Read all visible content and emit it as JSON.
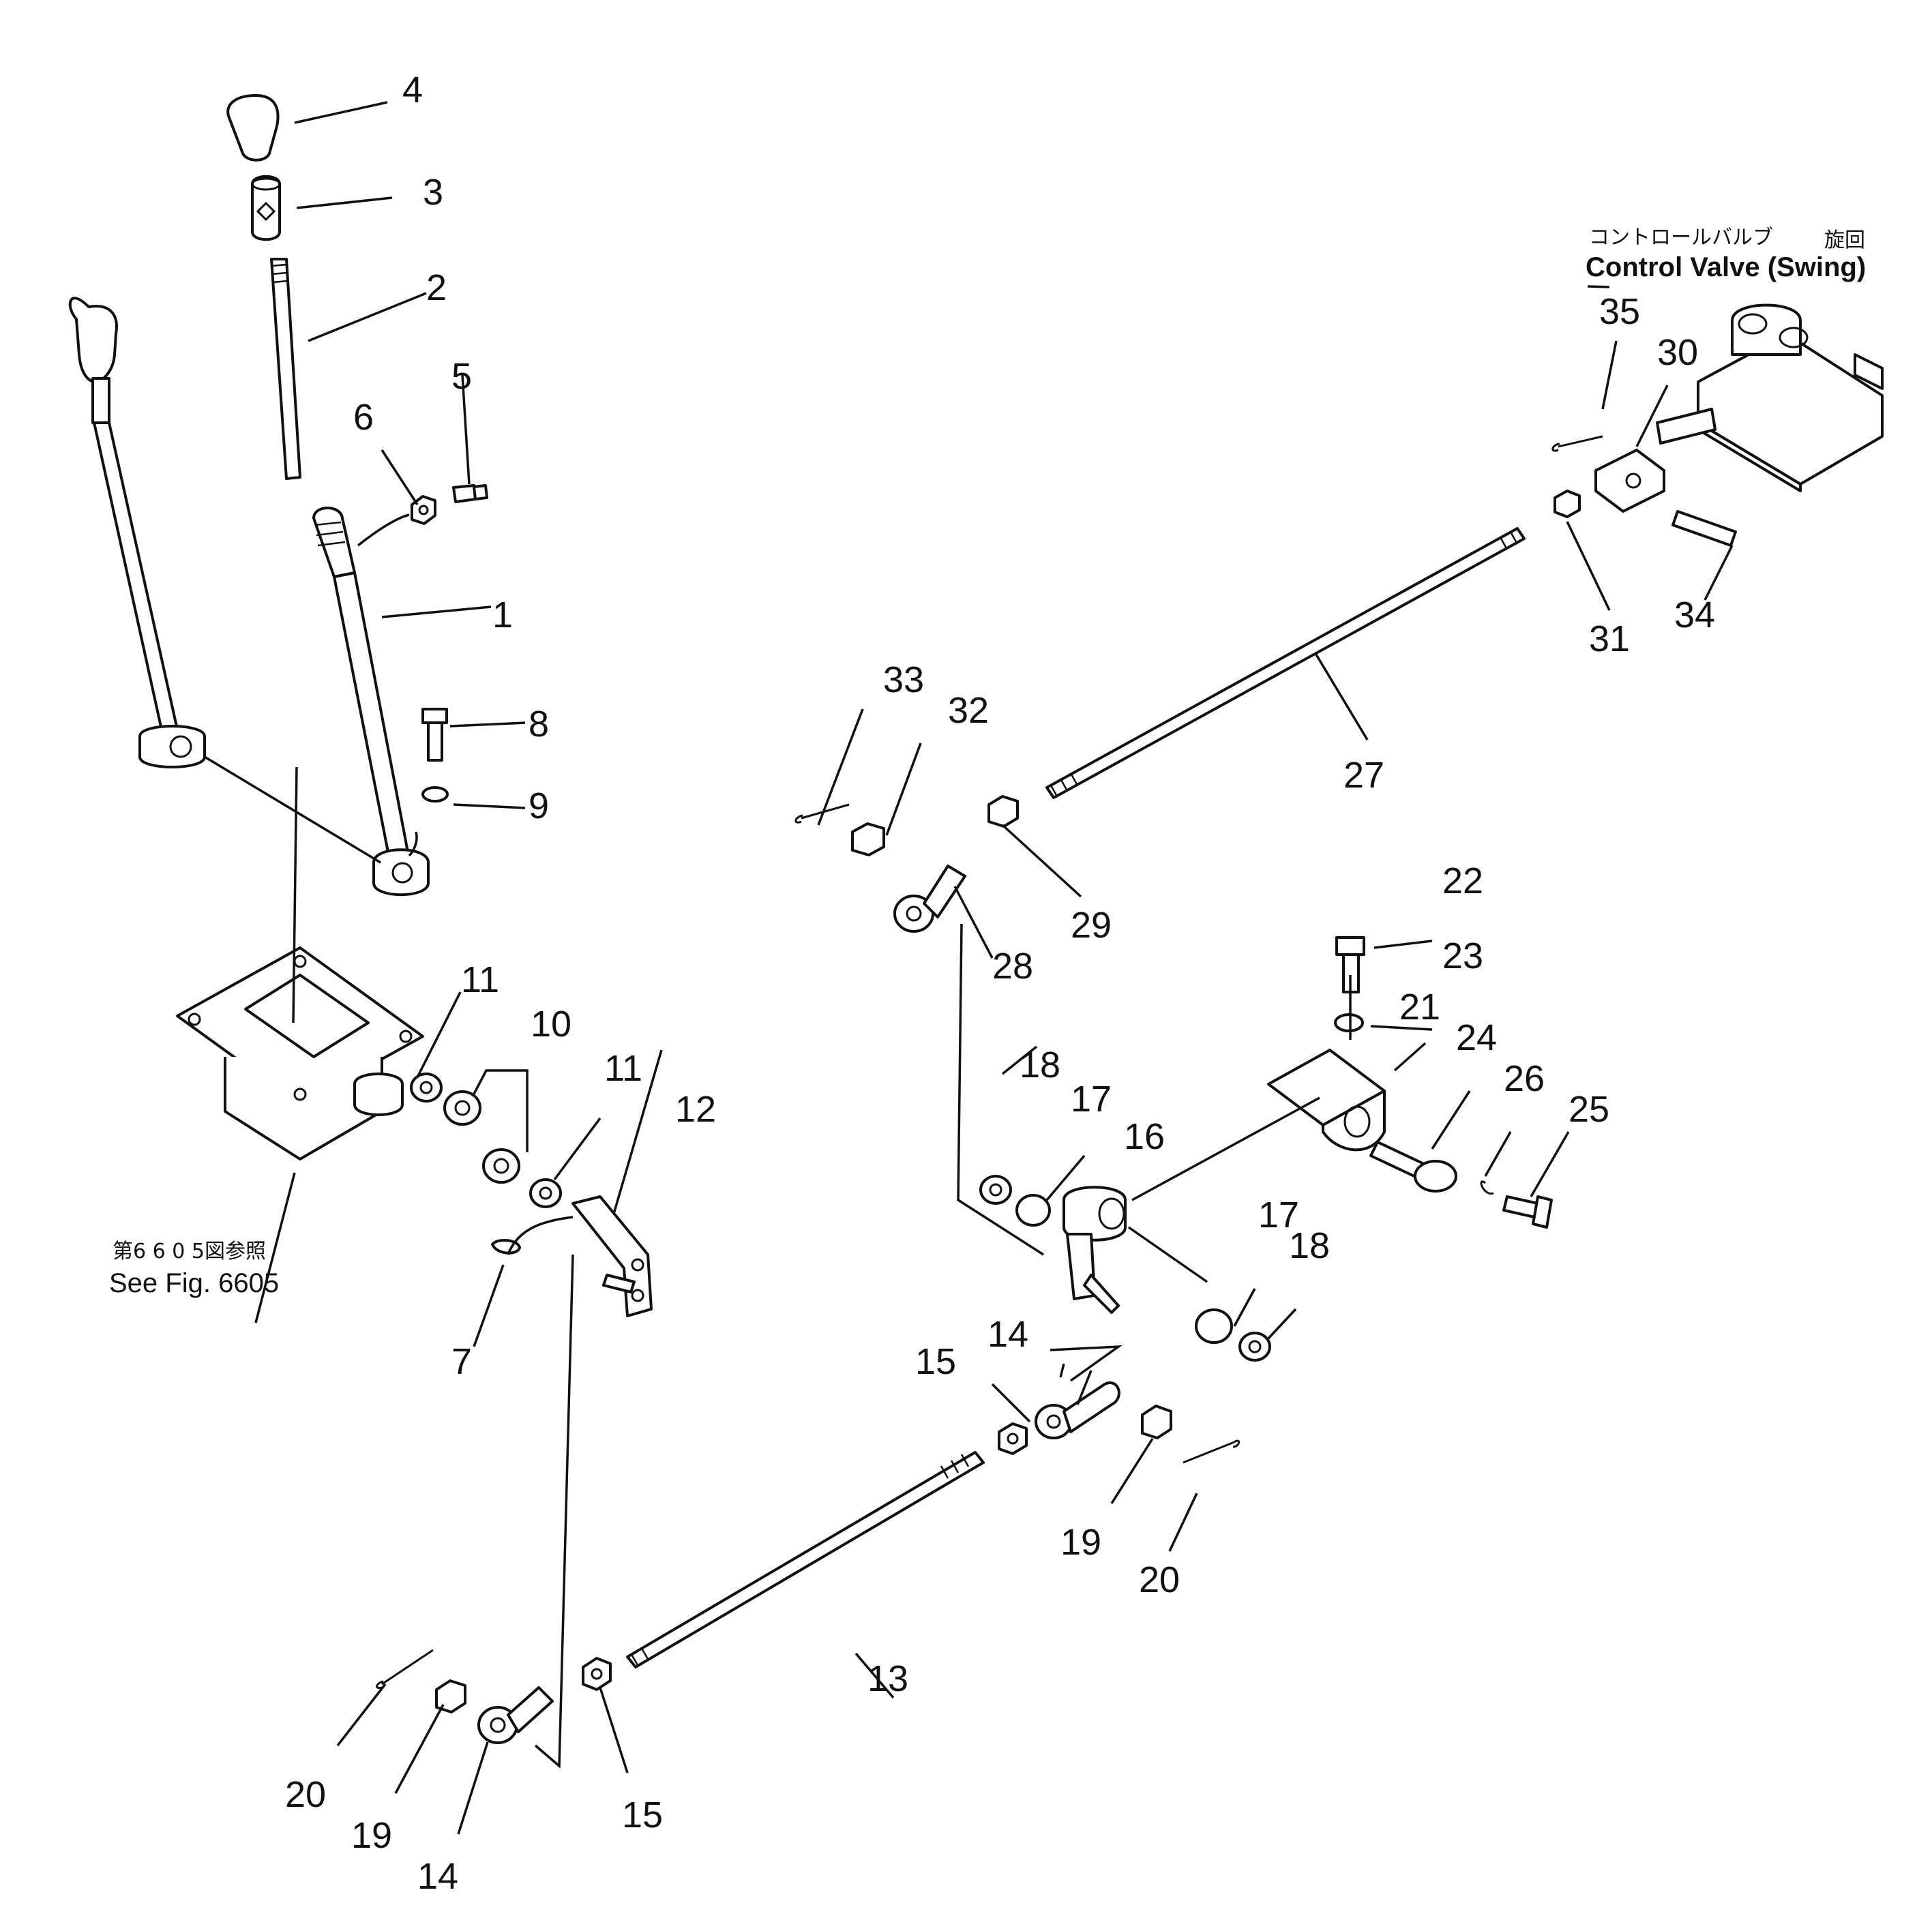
{
  "callouts": [
    {
      "id": "1",
      "label": "1"
    },
    {
      "id": "2",
      "label": "2"
    },
    {
      "id": "3",
      "label": "3"
    },
    {
      "id": "4",
      "label": "4"
    },
    {
      "id": "5",
      "label": "5"
    },
    {
      "id": "6",
      "label": "6"
    },
    {
      "id": "7",
      "label": "7"
    },
    {
      "id": "8",
      "label": "8"
    },
    {
      "id": "9",
      "label": "9"
    },
    {
      "id": "10",
      "label": "10"
    },
    {
      "id": "11a",
      "label": "11"
    },
    {
      "id": "11b",
      "label": "11"
    },
    {
      "id": "12",
      "label": "12"
    },
    {
      "id": "13",
      "label": "13"
    },
    {
      "id": "14a",
      "label": "14"
    },
    {
      "id": "14b",
      "label": "14"
    },
    {
      "id": "15a",
      "label": "15"
    },
    {
      "id": "15b",
      "label": "15"
    },
    {
      "id": "16",
      "label": "16"
    },
    {
      "id": "17a",
      "label": "17"
    },
    {
      "id": "17b",
      "label": "17"
    },
    {
      "id": "18a",
      "label": "18"
    },
    {
      "id": "18b",
      "label": "18"
    },
    {
      "id": "19a",
      "label": "19"
    },
    {
      "id": "19b",
      "label": "19"
    },
    {
      "id": "20a",
      "label": "20"
    },
    {
      "id": "20b",
      "label": "20"
    },
    {
      "id": "21",
      "label": "21"
    },
    {
      "id": "22",
      "label": "22"
    },
    {
      "id": "23",
      "label": "23"
    },
    {
      "id": "24",
      "label": "24"
    },
    {
      "id": "25",
      "label": "25"
    },
    {
      "id": "26",
      "label": "26"
    },
    {
      "id": "27",
      "label": "27"
    },
    {
      "id": "28",
      "label": "28"
    },
    {
      "id": "29",
      "label": "29"
    },
    {
      "id": "30",
      "label": "30"
    },
    {
      "id": "31",
      "label": "31"
    },
    {
      "id": "32",
      "label": "32"
    },
    {
      "id": "33",
      "label": "33"
    },
    {
      "id": "34",
      "label": "34"
    },
    {
      "id": "35",
      "label": "35"
    }
  ],
  "captions": {
    "control_valve_jp": "コントロールバルブ",
    "swing_jp": "旋回",
    "control_valve_en": "Control  Valve  (Swing)",
    "see_fig_jp": "第6 6 0 5図参照",
    "see_fig_en": "See Fig. 6605"
  }
}
